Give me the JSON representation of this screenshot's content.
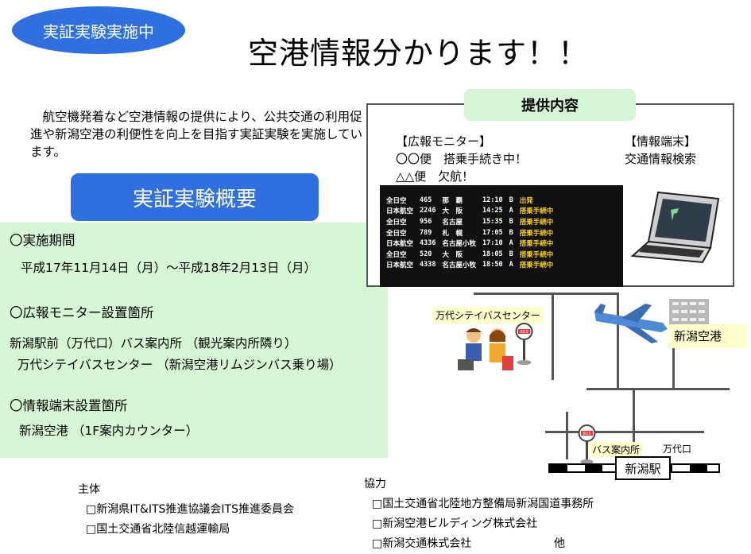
{
  "badge": "実証実験実施中",
  "title": "空港情報分かります！！",
  "intro": "航空機発着など空港情報の提供により、公共交通の利用促進や新潟空港の利便性を向上を目指す実証実験を実施しています。",
  "overview_button": "実証実験概要",
  "sections": {
    "period_heading": "〇実施期間",
    "period_text": "平成17年11月14日（月）～平成18年2月13日（月）",
    "monitor_heading": "〇広報モニター設置箇所",
    "monitor_loc1": "新潟駅前（万代口）バス案内所 （観光案内所隣り）",
    "monitor_loc2": "万代シテイバスセンター （新潟空港リムジンバス乗り場）",
    "terminal_heading": "〇情報端末設置箇所",
    "terminal_loc": "新潟空港 （1F案内カウンター）"
  },
  "service": {
    "header": "提供内容",
    "monitor_label": "【広報モニター】",
    "monitor_line1": "〇〇便　搭乗手続き中！",
    "monitor_line2": "△△便　欠航！",
    "terminal_label": "【情報端末】",
    "terminal_line": "交通情報検索"
  },
  "board_rows": [
    [
      "全日空",
      "465",
      "那　覇",
      "12:10",
      "B",
      "出発"
    ],
    [
      "日本航空",
      "2246",
      "大　阪",
      "14:25",
      "A",
      "搭乗手続中"
    ],
    [
      "全日空",
      "956",
      "名古屋",
      "15:35",
      "B",
      "搭乗手続中"
    ],
    [
      "全日空",
      "789",
      "札　幌",
      "17:05",
      "B",
      "搭乗手続中"
    ],
    [
      "日本航空",
      "4336",
      "名古屋小牧",
      "17:10",
      "A",
      "搭乗手続中"
    ],
    [
      "全日空",
      "520",
      "大　阪",
      "18:05",
      "B",
      "搭乗手続中"
    ],
    [
      "日本航空",
      "4338",
      "名古屋小牧",
      "18:50",
      "A",
      "搭乗手続中"
    ]
  ],
  "map": {
    "bus_center": "万代シテイバスセンター",
    "airport": "新潟空港",
    "bus_info": "バス案内所",
    "bandai": "万代口",
    "station": "新潟駅",
    "bus_sign": "BUS"
  },
  "footer": {
    "organizer_heading": "主体",
    "organizer1": "□新潟県IT&ITS推進協議会ITS推進委員会",
    "organizer2": "□国土交通省北陸信越運輸局",
    "coop_heading": "協力",
    "coop1": "□国土交通省北陸地方整備局新潟国道事務所",
    "coop2": "□新潟空港ビルディング株式会社",
    "coop3": "□新潟交通株式会社",
    "other": "他"
  },
  "colors": {
    "accent_blue": "#2f6fe0",
    "light_green": "#d6f7d6",
    "label_yellow": "#ffffcc"
  }
}
